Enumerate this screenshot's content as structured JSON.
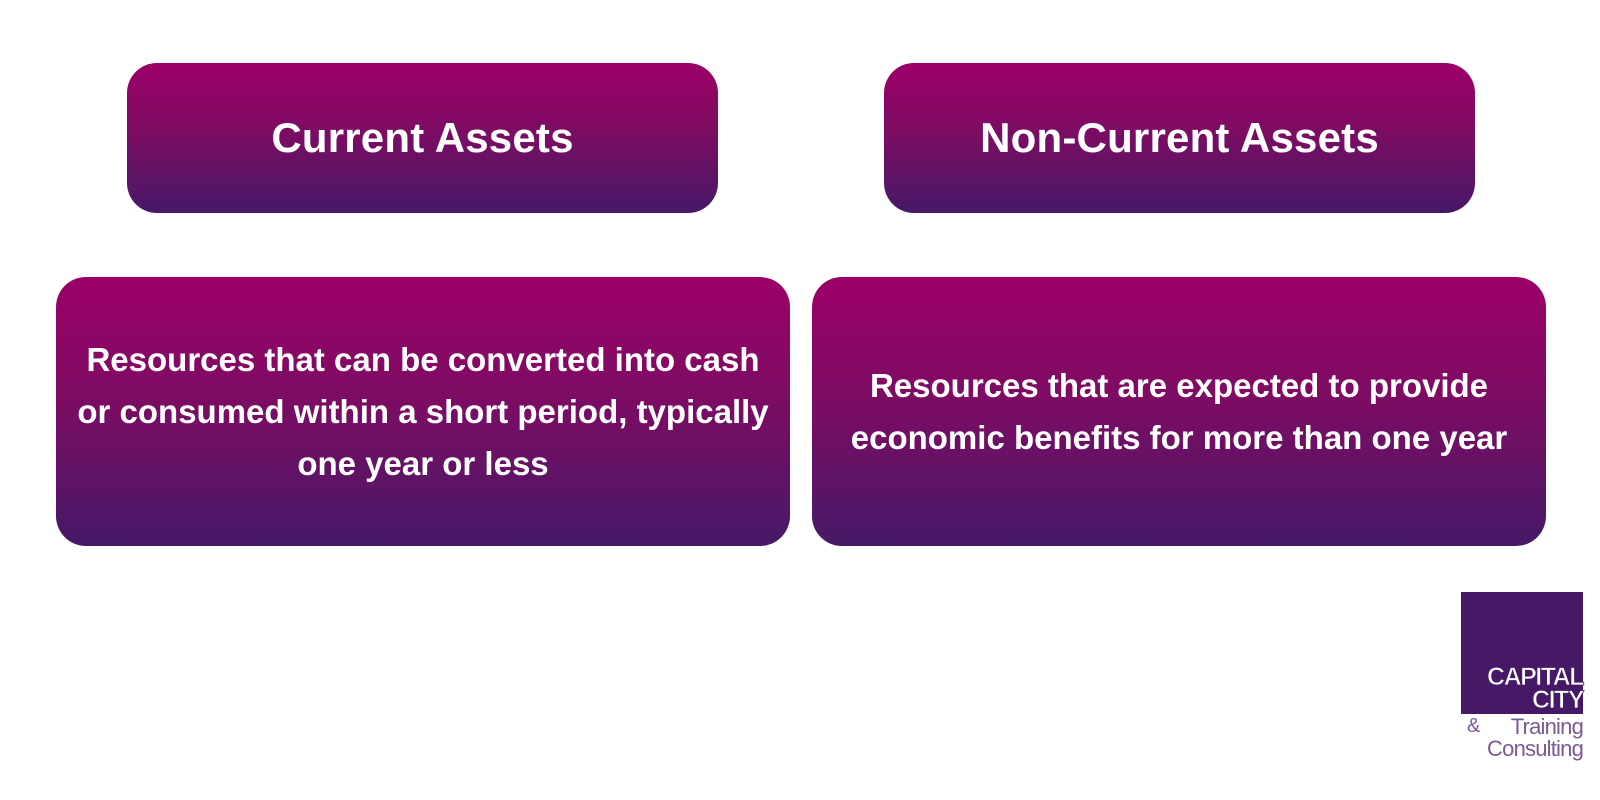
{
  "diagram": {
    "left": {
      "heading": "Current Assets",
      "description": "Resources that can be converted into cash or consumed within a short period, typically one year or less"
    },
    "right": {
      "heading": "Non-Current Assets",
      "description": "Resources that are expected to provide economic benefits for more than one year"
    }
  },
  "logo": {
    "line1": "CAPITAL",
    "line2": "CITY",
    "ampersand": "&",
    "line3": "Training",
    "line4": "Consulting"
  },
  "colors": {
    "gradient_top": "#9c0068",
    "gradient_bottom": "#461967",
    "logo_purple": "#461967",
    "text": "#ffffff"
  }
}
